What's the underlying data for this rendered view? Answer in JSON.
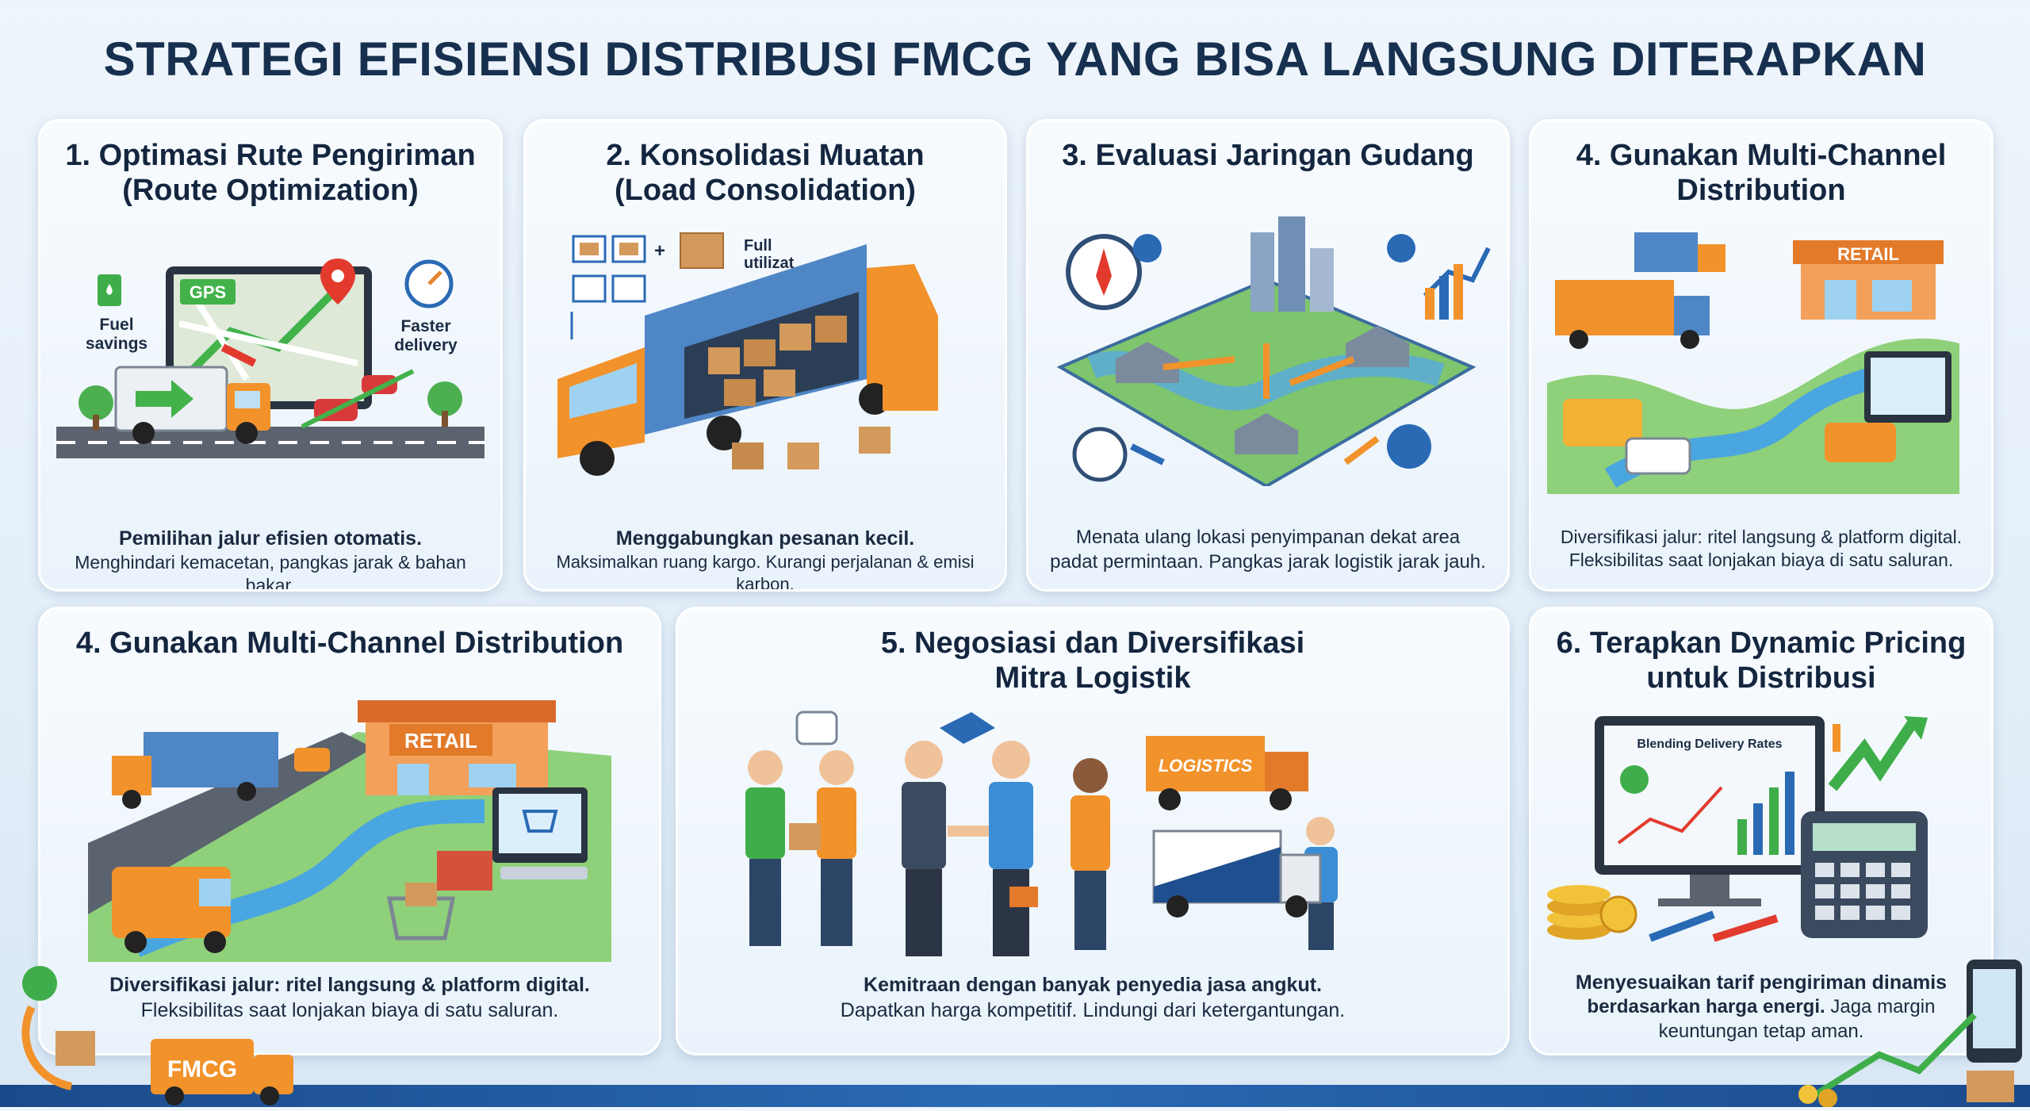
{
  "title": "STRATEGI EFISIENSI DISTRIBUSI FMCG YANG BISA LANGSUNG DITERAPKAN",
  "cards": [
    {
      "title_lines": [
        "1. Optimasi Rute Pengiriman",
        "(Route Optimization)"
      ],
      "desc_bold": "Pemilihan jalur efisien otomatis.",
      "desc_normal": "Menghindari kemacetan, pangkas jarak & bahan bakar.",
      "labels": {
        "gps": "GPS",
        "fuel": [
          "Fuel",
          "savings"
        ],
        "faster": [
          "Faster",
          "delivery"
        ]
      }
    },
    {
      "title_lines": [
        "2. Konsolidasi Muatan",
        "(Load Consolidation)"
      ],
      "desc_bold": "Menggabungkan pesanan kecil.",
      "desc_normal": "Maksimalkan ruang kargo. Kurangi perjalanan & emisi karbon.",
      "labels": {
        "full": [
          "Full",
          "utilizat"
        ]
      }
    },
    {
      "title_lines": [
        "3. Evaluasi Jaringan Gudang"
      ],
      "desc_bold": "Menata ulang lokasi penyimpanan dekat area",
      "desc_normal": "padat permintaan. Pangkas jarak logistik jarak jauh."
    },
    {
      "title_lines": [
        "4. Gunakan Multi-Channel",
        "Distribution"
      ],
      "desc_bold": "Diversifikasi jalur: ritel langsung & platform digital.",
      "desc_normal": "Fleksibilitas saat lonjakan biaya di satu saluran.",
      "labels": {
        "retail": "RETAIL"
      }
    },
    {
      "title_lines": [
        "4. Gunakan Multi-Channel Distribution"
      ],
      "desc_bold": "Diversifikasi jalur: ritel langsung & platform digital.",
      "desc_normal": "Fleksibilitas saat lonjakan biaya di satu saluran.",
      "labels": {
        "retail": "RETAIL"
      }
    },
    {
      "title_lines": [
        "5. Negosiasi dan Diversifikasi",
        "Mitra Logistik"
      ],
      "desc_bold": "Kemitraan dengan banyak penyedia jasa angkut.",
      "desc_normal": "Dapatkan harga kompetitif. Lindungi dari ketergantungan.",
      "labels": {
        "logistics": "LOGISTICS"
      }
    },
    {
      "title_lines": [
        "6. Terapkan Dynamic Pricing",
        "untuk Distribusi"
      ],
      "desc_bold": "Menyesuaikan tarif pengiriman dinamis",
      "desc_bold2": "berdasarkan harga energi.",
      "desc_normal": "Jaga margin",
      "desc_normal2": "keuntungan tetap aman.",
      "labels": {
        "screen": "Blending Delivery Rates"
      }
    }
  ],
  "footer": {
    "badge": "FMCG"
  },
  "colors": {
    "title": "#17304f",
    "accent_orange": "#f2922b",
    "accent_blue": "#2a6ab5",
    "accent_green": "#3fae4a"
  }
}
